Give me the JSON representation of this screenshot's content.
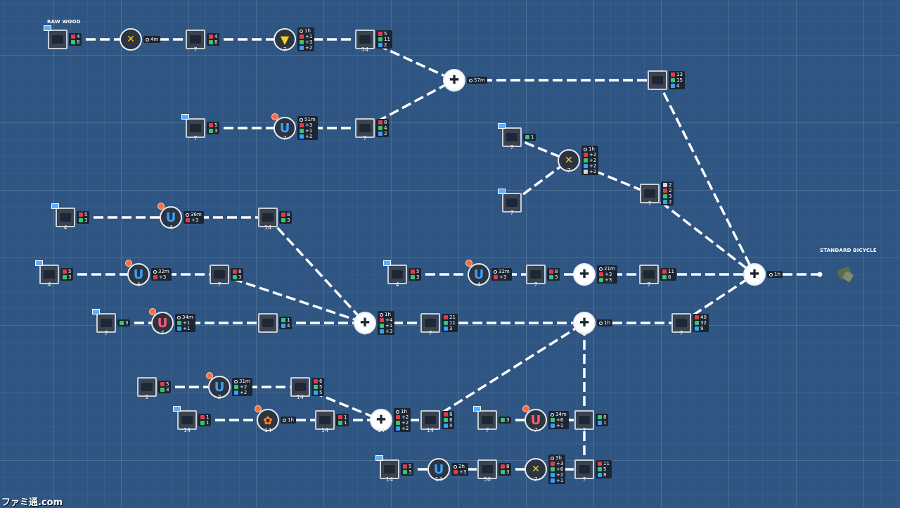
{
  "labels": {
    "raw_wood": "RAW WOOD",
    "product": "STANDARD BICYCLE"
  },
  "watermark": "ファミ通.com",
  "nodes": [
    {
      "id": "n1",
      "type": "item",
      "tier": "",
      "blueprint": false,
      "stats": [
        [
          "str",
          "4"
        ],
        [
          "dur",
          "8"
        ]
      ]
    },
    {
      "id": "n2",
      "type": "machine",
      "kind": "saw",
      "tier": "",
      "stats": [
        [
          "time",
          "4m"
        ]
      ]
    },
    {
      "id": "n3",
      "type": "item",
      "tier": "7",
      "stats": [
        [
          "str",
          "4"
        ],
        [
          "dur",
          "8"
        ]
      ]
    },
    {
      "id": "n4",
      "type": "machine",
      "kind": "drill",
      "tier": "7",
      "stats": [
        [
          "time",
          "1h"
        ],
        [
          "str",
          "+1"
        ],
        [
          "dur",
          "+3"
        ],
        [
          "wt",
          "+2"
        ]
      ]
    },
    {
      "id": "n5",
      "type": "item",
      "tier": "14",
      "stats": [
        [
          "str",
          "5"
        ],
        [
          "dur",
          "11"
        ],
        [
          "wt",
          "2"
        ]
      ]
    },
    {
      "id": "n6",
      "type": "machine",
      "kind": "assembler",
      "tier": "7",
      "stats": [
        [
          "time",
          "57m"
        ]
      ]
    },
    {
      "id": "n7",
      "type": "item",
      "tier": "",
      "stats": [
        [
          "str",
          "13"
        ],
        [
          "dur",
          "15"
        ],
        [
          "wt",
          "4"
        ]
      ]
    },
    {
      "id": "n8",
      "type": "item",
      "tier": "7",
      "stats": [
        [
          "str",
          "5"
        ],
        [
          "dur",
          "3"
        ]
      ]
    },
    {
      "id": "n9",
      "type": "machine",
      "kind": "press",
      "tier": "7",
      "gear": true,
      "stats": [
        [
          "time",
          "51m"
        ],
        [
          "str",
          "+3"
        ],
        [
          "dur",
          "+1"
        ],
        [
          "wt",
          "+2"
        ]
      ]
    },
    {
      "id": "n10",
      "type": "item",
      "tier": "7",
      "stats": [
        [
          "str",
          "8"
        ],
        [
          "dur",
          "4"
        ],
        [
          "wt",
          "2"
        ]
      ]
    },
    {
      "id": "n11",
      "type": "item",
      "tier": "7",
      "stats": [
        [
          "dur",
          "1"
        ]
      ]
    },
    {
      "id": "n12",
      "type": "machine",
      "kind": "saw",
      "tier": "7",
      "stats": [
        [
          "time",
          "1h"
        ],
        [
          "str",
          "+2"
        ],
        [
          "dur",
          "+2"
        ],
        [
          "wt",
          "+2"
        ],
        [
          "lux",
          "+2"
        ]
      ]
    },
    {
      "id": "n13",
      "type": "item",
      "tier": "7",
      "stats": []
    },
    {
      "id": "n14",
      "type": "item",
      "tier": "7",
      "stats": [
        [
          "lux",
          "2"
        ],
        [
          "str",
          "2"
        ],
        [
          "dur",
          "3"
        ],
        [
          "wt",
          "2"
        ]
      ]
    },
    {
      "id": "n15",
      "type": "item",
      "tier": "4",
      "stats": [
        [
          "str",
          "5"
        ],
        [
          "dur",
          "3"
        ]
      ]
    },
    {
      "id": "n16",
      "type": "machine",
      "kind": "press",
      "tier": "4",
      "gear": true,
      "stats": [
        [
          "time",
          "36m"
        ],
        [
          "str",
          "+3"
        ]
      ]
    },
    {
      "id": "n17",
      "type": "item",
      "tier": "14",
      "stats": [
        [
          "str",
          "8"
        ],
        [
          "dur",
          "3"
        ]
      ]
    },
    {
      "id": "n18",
      "type": "item",
      "tier": "4",
      "stats": [
        [
          "str",
          "5"
        ],
        [
          "dur",
          "3"
        ]
      ]
    },
    {
      "id": "n19",
      "type": "machine",
      "kind": "press",
      "tier": "4",
      "gear": true,
      "stats": [
        [
          "time",
          "32m"
        ],
        [
          "str",
          "+3"
        ]
      ]
    },
    {
      "id": "n20",
      "type": "item",
      "tier": "7",
      "stats": [
        [
          "str",
          "8"
        ],
        [
          "dur",
          "3"
        ]
      ]
    },
    {
      "id": "n21",
      "type": "item",
      "tier": "7",
      "stats": [
        [
          "dur",
          "3"
        ]
      ]
    },
    {
      "id": "n22",
      "type": "machine",
      "kind": "dye",
      "tier": "7",
      "gear": true,
      "stats": [
        [
          "time",
          "34m"
        ],
        [
          "dur",
          "+1"
        ],
        [
          "wt",
          "+1"
        ]
      ]
    },
    {
      "id": "n23",
      "type": "item",
      "tier": "",
      "stats": [
        [
          "dur",
          "1"
        ],
        [
          "wt",
          "4"
        ]
      ]
    },
    {
      "id": "n24",
      "type": "machine",
      "kind": "assembler",
      "tier": "7",
      "stats": [
        [
          "time",
          "1h"
        ],
        [
          "str",
          "+4"
        ],
        [
          "dur",
          "+1"
        ],
        [
          "wt",
          "+3"
        ]
      ]
    },
    {
      "id": "n25",
      "type": "item",
      "tier": "7",
      "stats": [
        [
          "str",
          "21"
        ],
        [
          "dur",
          "11"
        ],
        [
          "wt",
          "3"
        ]
      ]
    },
    {
      "id": "n26",
      "type": "machine",
      "kind": "assembler",
      "tier": "14",
      "stats": [
        [
          "time",
          "1h"
        ]
      ]
    },
    {
      "id": "n27",
      "type": "item",
      "tier": "7",
      "stats": [
        [
          "str",
          "40"
        ],
        [
          "dur",
          "32"
        ],
        [
          "wt",
          "9"
        ]
      ]
    },
    {
      "id": "n28",
      "type": "item",
      "tier": "4",
      "stats": [
        [
          "str",
          "5"
        ],
        [
          "dur",
          "3"
        ]
      ]
    },
    {
      "id": "n29",
      "type": "machine",
      "kind": "press",
      "tier": "4",
      "gear": true,
      "stats": [
        [
          "time",
          "32m"
        ],
        [
          "str",
          "+3"
        ]
      ]
    },
    {
      "id": "n30",
      "type": "item",
      "tier": "7",
      "stats": [
        [
          "str",
          "8"
        ],
        [
          "dur",
          "3"
        ]
      ]
    },
    {
      "id": "n31",
      "type": "machine",
      "kind": "assembler",
      "tier": "7",
      "stats": [
        [
          "time",
          "21m"
        ],
        [
          "str",
          "+3"
        ],
        [
          "dur",
          "+3"
        ]
      ]
    },
    {
      "id": "n32",
      "type": "item",
      "tier": "7",
      "stats": [
        [
          "str",
          "11"
        ],
        [
          "dur",
          "6"
        ]
      ]
    },
    {
      "id": "n33",
      "type": "machine",
      "kind": "assembler",
      "tier": "7",
      "stats": [
        [
          "time",
          "1h"
        ]
      ]
    },
    {
      "id": "n34",
      "type": "item",
      "tier": "2",
      "stats": [
        [
          "str",
          "5"
        ],
        [
          "dur",
          "3"
        ]
      ]
    },
    {
      "id": "n35",
      "type": "machine",
      "kind": "press",
      "tier": "2",
      "gear": true,
      "stats": [
        [
          "time",
          "31m"
        ],
        [
          "dur",
          "+2"
        ],
        [
          "wt",
          "+2"
        ]
      ]
    },
    {
      "id": "n36",
      "type": "item",
      "tier": "14",
      "stats": [
        [
          "str",
          "6"
        ],
        [
          "dur",
          "5"
        ],
        [
          "wt",
          "5"
        ]
      ]
    },
    {
      "id": "n37",
      "type": "item",
      "tier": "14",
      "stats": [
        [
          "str",
          "1"
        ],
        [
          "dur",
          "1"
        ]
      ]
    },
    {
      "id": "n38",
      "type": "machine",
      "kind": "furnace",
      "tier": "14",
      "gear": true,
      "stats": [
        [
          "time",
          "1h"
        ]
      ]
    },
    {
      "id": "n39",
      "type": "item",
      "tier": "14",
      "stats": [
        [
          "str",
          "1"
        ],
        [
          "dur",
          "1"
        ]
      ]
    },
    {
      "id": "n40",
      "type": "machine",
      "kind": "assembler",
      "tier": "14",
      "stats": [
        [
          "time",
          "1h"
        ],
        [
          "str",
          "+2"
        ],
        [
          "dur",
          "+2"
        ],
        [
          "wt",
          "+2"
        ]
      ]
    },
    {
      "id": "n41",
      "type": "item",
      "tier": "14",
      "stats": [
        [
          "str",
          "8"
        ],
        [
          "dur",
          "8"
        ],
        [
          "wt",
          "4"
        ]
      ]
    },
    {
      "id": "n42",
      "type": "item",
      "tier": "7",
      "stats": [
        [
          "dur",
          "3"
        ]
      ]
    },
    {
      "id": "n43",
      "type": "machine",
      "kind": "dye",
      "tier": "7",
      "gear": true,
      "stats": [
        [
          "time",
          "34m"
        ],
        [
          "dur",
          "+6"
        ],
        [
          "wt",
          "+1"
        ]
      ]
    },
    {
      "id": "n44",
      "type": "item",
      "tier": "7",
      "stats": [
        [
          "dur",
          "8"
        ],
        [
          "wt",
          "1"
        ]
      ]
    },
    {
      "id": "n45",
      "type": "item",
      "tier": "14",
      "stats": [
        [
          "str",
          "5"
        ],
        [
          "dur",
          "3"
        ]
      ]
    },
    {
      "id": "n46",
      "type": "machine",
      "kind": "press",
      "tier": "14",
      "stats": [
        [
          "time",
          "2h"
        ],
        [
          "str",
          "+3"
        ]
      ]
    },
    {
      "id": "n47",
      "type": "item",
      "tier": "56",
      "stats": [
        [
          "str",
          "8"
        ],
        [
          "dur",
          "3"
        ]
      ]
    },
    {
      "id": "n48",
      "type": "machine",
      "kind": "saw",
      "tier": "7",
      "stats": [
        [
          "time",
          "3h"
        ],
        [
          "str",
          "+3"
        ],
        [
          "dur",
          "+6"
        ],
        [
          "wt",
          "+2"
        ],
        [
          "wt",
          "+1"
        ]
      ]
    },
    {
      "id": "n49",
      "type": "item",
      "tier": "7",
      "stats": [
        [
          "str",
          "11"
        ],
        [
          "dur",
          "5"
        ],
        [
          "wt",
          "8"
        ]
      ]
    },
    {
      "id": "n50",
      "type": "machine",
      "kind": "assembler",
      "tier": "7",
      "stats": [
        [
          "time",
          "1h"
        ]
      ]
    }
  ]
}
